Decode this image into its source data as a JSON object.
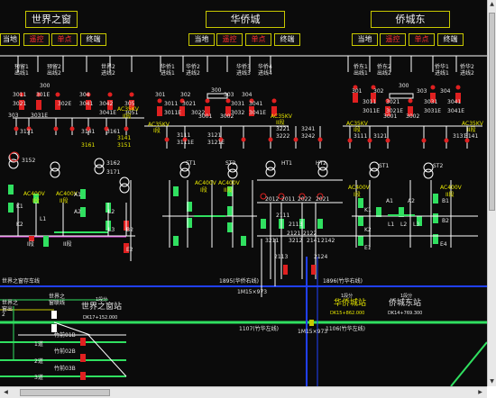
{
  "stations": [
    {
      "title": "世界之窗",
      "controls": [
        "当地",
        "遥控",
        "单点",
        "终端"
      ]
    },
    {
      "title": "华侨城",
      "controls": [
        "当地",
        "遥控",
        "单点",
        "终端"
      ]
    },
    {
      "title": "侨城东",
      "controls": [
        "当地",
        "遥控",
        "单点",
        "终端"
      ]
    }
  ],
  "colors": {
    "background": "#0b0b0b",
    "bus_white": "#ffffff",
    "bus_green": "#30e060",
    "bus_blue": "#2040ff",
    "bus_magenta": "#e040e0",
    "breaker_red": "#e02020",
    "breaker_green": "#20e060",
    "frame_yellow": "#c8c800"
  },
  "labels": {
    "left_feeders": [
      "预留1\n出线1",
      "预留2\n出线2",
      "世界2\n进线2"
    ],
    "left_codes": [
      "300",
      "3011",
      "3021",
      "301E",
      "302E",
      "303",
      "3031E",
      "304",
      "3041",
      "3042",
      "3041E",
      "305",
      "3051"
    ],
    "left_lower": [
      "3131",
      "3141",
      "3161",
      "3152",
      "3162",
      "3171",
      "AC35KV",
      "II段",
      "3141",
      "3151",
      "3161"
    ],
    "left_lv": [
      "AC400V",
      "I段",
      "AC400V",
      "II段",
      "K1",
      "K2",
      "A1",
      "A2",
      "B2",
      "E2",
      "L1",
      "L2",
      "L3",
      "I段",
      "II段"
    ],
    "mid_feeders": [
      "华侨1\n进线1",
      "华侨2\n进线2",
      "华侨3\n进线3",
      "华侨4\n进线4"
    ],
    "mid_codes": [
      "301",
      "3011",
      "3011E",
      "302",
      "3021",
      "3022",
      "303",
      "3031",
      "3032",
      "304",
      "3041",
      "3041E",
      "300",
      "3001",
      "3002"
    ],
    "mid_lower": [
      "AC35KV",
      "I段",
      "3111",
      "3111E",
      "3121",
      "3121E",
      "AC35KV",
      "II段",
      "3221",
      "3222",
      "3241",
      "3242",
      "ST1",
      "ST2",
      "HT1",
      "HT2",
      "AC400V",
      "I段",
      "AC400V",
      "II段"
    ],
    "mid_switches": [
      "2012",
      "2011",
      "2022",
      "2021",
      "2111",
      "2113",
      "2121",
      "2122",
      "3211",
      "3212",
      "2141",
      "2142",
      "2113",
      "2124"
    ],
    "right_feeders": [
      "侨东1\n出线1",
      "侨东2\n出线2",
      "侨华1\n进线1",
      "侨华2\n进线2"
    ],
    "right_codes": [
      "301",
      "3011",
      "3011E",
      "302",
      "3021",
      "3021E",
      "300",
      "3001",
      "3002",
      "303",
      "3031",
      "3031E",
      "304",
      "3041",
      "3041E"
    ],
    "right_lower": [
      "AC35KV",
      "I段",
      "3111",
      "3121",
      "3131",
      "3141",
      "AC35KV",
      "II段",
      "ST1",
      "ST2",
      "AC400V",
      "I段",
      "AC400V",
      "II段"
    ],
    "right_lv": [
      "K1",
      "K2",
      "A1",
      "A2",
      "B1",
      "B2",
      "L1",
      "L2",
      "L3",
      "E1",
      "E4"
    ],
    "bus_labels": [
      {
        "text": "世界之窗存车线"
      },
      {
        "text": "1895(华侨右线)"
      },
      {
        "text": "1896(竹华右线)"
      },
      {
        "text": "1M15×973"
      },
      {
        "text": "1107(竹华左线)"
      },
      {
        "text": "1M15×973"
      },
      {
        "text": "1106(竹华左线)"
      }
    ],
    "stations_lower": [
      {
        "name": "世界之窗站",
        "sub": "1段分",
        "km": "DK17+152.000"
      },
      {
        "name": "华侨城站",
        "sub": "1段分",
        "km": "DK15+862.000"
      },
      {
        "name": "侨城东站",
        "sub": "1段分",
        "km": "DK14+769.300"
      }
    ],
    "left_lower_area": [
      "世界之\n窗出",
      "世界之\n窗联线",
      "2",
      "1道",
      "2道",
      "3道",
      "竹前01B",
      "竹前02B",
      "竹前03B"
    ]
  }
}
